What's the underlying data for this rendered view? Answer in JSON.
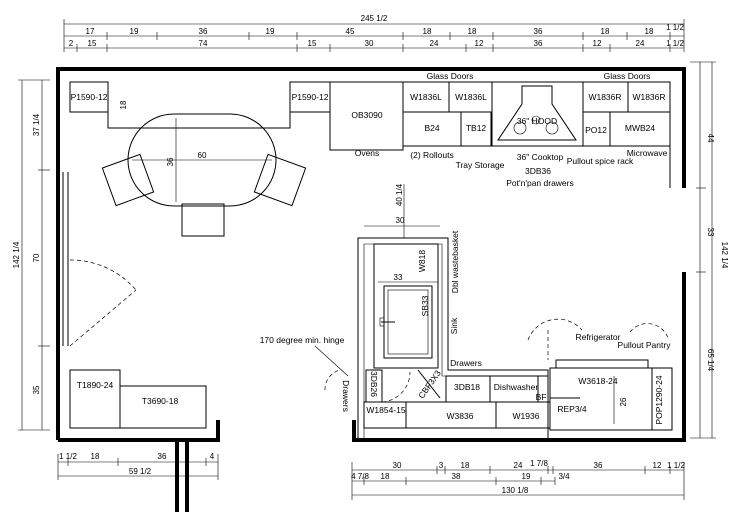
{
  "top_dims": {
    "row1": "245 1/2",
    "row2": [
      "17",
      "19",
      "36",
      "19",
      "45",
      "18",
      "18",
      "36",
      "18",
      "18",
      "1 1/2"
    ],
    "row3": [
      "2",
      "15",
      "74",
      "15",
      "30",
      "24",
      "12",
      "36",
      "12",
      "24",
      "1 1/2"
    ]
  },
  "left_dims": {
    "outer": "142 1/4",
    "inner": [
      "37 1/4",
      "70",
      "35"
    ]
  },
  "right_dims": {
    "outer": "142 1/4",
    "inner": [
      "44",
      "33",
      "65 1/4"
    ]
  },
  "bottom_left_dims": {
    "row1": [
      "1 1/2",
      "18",
      "36",
      "4"
    ],
    "row2": "59 1/2"
  },
  "bottom_right_dims": {
    "row1": [
      "30",
      "3",
      "18",
      "24",
      "1 7/8",
      "36",
      "12",
      "1 1/2"
    ],
    "row2": [
      "4 7/8",
      "18",
      "38",
      "19",
      "3/4"
    ],
    "row3": "130 1/8"
  },
  "table": {
    "length": "60",
    "width": "36"
  },
  "labels": {
    "p1590_left": "P1590-12",
    "p1590_right": "P1590-12",
    "dim_18": "18",
    "ob3090": "OB3090",
    "ovens": "Ovens",
    "w1836l_a": "W1836L",
    "w1836l_b": "W1836L",
    "glass_doors_a": "Glass Doors",
    "glass_doors_b": "Glass Doors",
    "hood": "36\" HOOD",
    "w1836r_a": "W1836R",
    "w1836r_b": "W1836R",
    "b24": "B24",
    "tb12": "TB12",
    "po12": "PO12",
    "mwb24": "MWB24",
    "rollouts": "(2) Rollouts",
    "tray_storage": "Tray Storage",
    "cooktop": "36\" Cooktop",
    "db36": "3DB36",
    "potpan": "Pot'n'pan drawers",
    "pullout_spice": "Pullout spice rack",
    "microwave": "Microwave",
    "dim_40": "40 1/4",
    "dim_30": "30",
    "w818": "W818",
    "dbl_wastebasket": "Dbl wastebasket",
    "dim_33": "33",
    "sb33": "SB33",
    "sink": "Sink",
    "hinge": "170 degree min. hinge",
    "drawers_a": "Drawers",
    "drawers_b": "Drawers",
    "db26": "3DB26",
    "cbf": "CBF3X3",
    "db18": "3DB18",
    "dishwasher": "Dishwasher",
    "bf": "BF",
    "w1854": "W1854-15",
    "w3836": "W3836",
    "w1936": "W1936",
    "refrigerator": "Refrigerator",
    "pullout_pantry": "Pullout Pantry",
    "w3618": "W3618-24",
    "rep": "REP3/4",
    "dim_26": "26",
    "pop": "POP1290-24",
    "t1890": "T1890-24",
    "t3690": "T3690-18"
  }
}
